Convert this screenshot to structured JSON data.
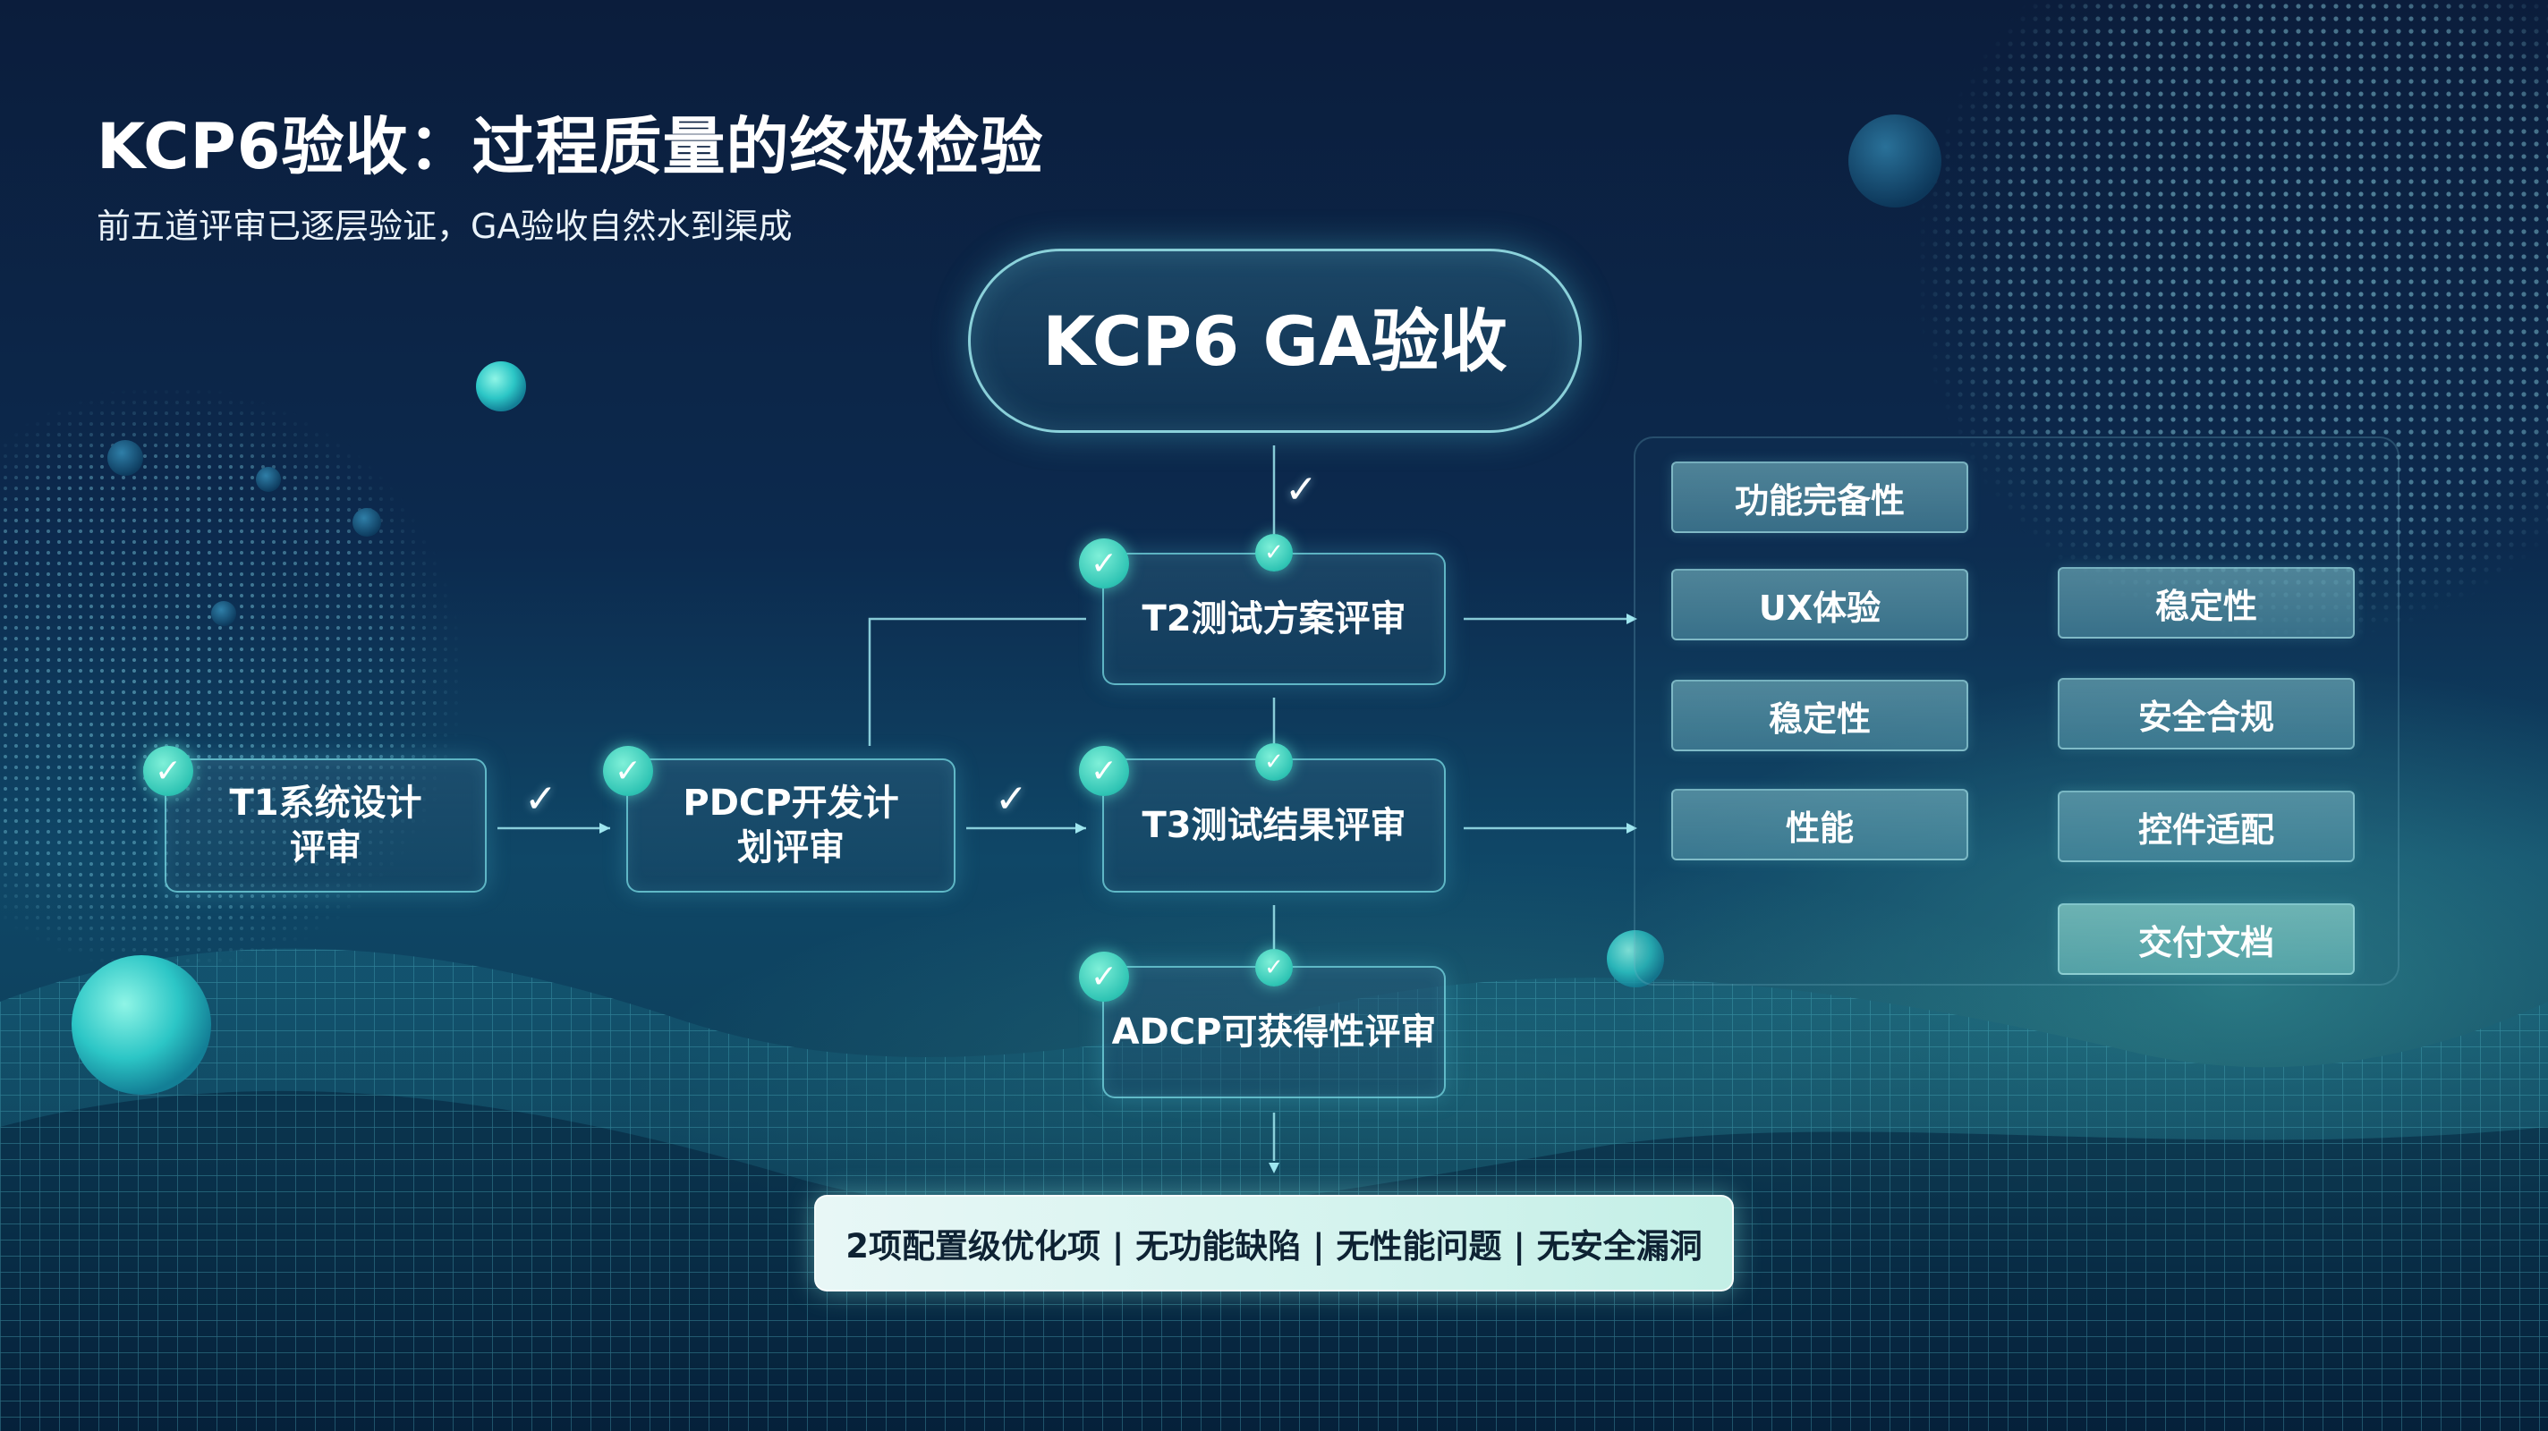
{
  "header": {
    "title": "KCP6验收：过程质量的终极检验",
    "subtitle": "前五道评审已逐层验证，GA验收自然水到渠成"
  },
  "diagram": {
    "root": "KCP6 GA验收",
    "nodes": {
      "t1": [
        "T1系统设计",
        "评审"
      ],
      "pdcp": [
        "PDCP开发计",
        "划评审"
      ],
      "t2": "T2测试方案评审",
      "t3": "T3测试结果评审",
      "adcp": "ADCP可获得性评审"
    },
    "check_glyph": "✓",
    "check_icon": "check-icon"
  },
  "criteria": {
    "left": [
      "功能完备性",
      "UX体验",
      "稳定性",
      "性能"
    ],
    "right": [
      "稳定性",
      "安全合规",
      "控件适配",
      "交付文档"
    ]
  },
  "result": {
    "text": "2项配置级优化项 | 无功能缺陷 | 无性能问题 | 无安全漏洞"
  },
  "colors": {
    "accent": "#2fc4b4",
    "node_border": "#78dce6",
    "result_bg": "#d4f3ee"
  }
}
